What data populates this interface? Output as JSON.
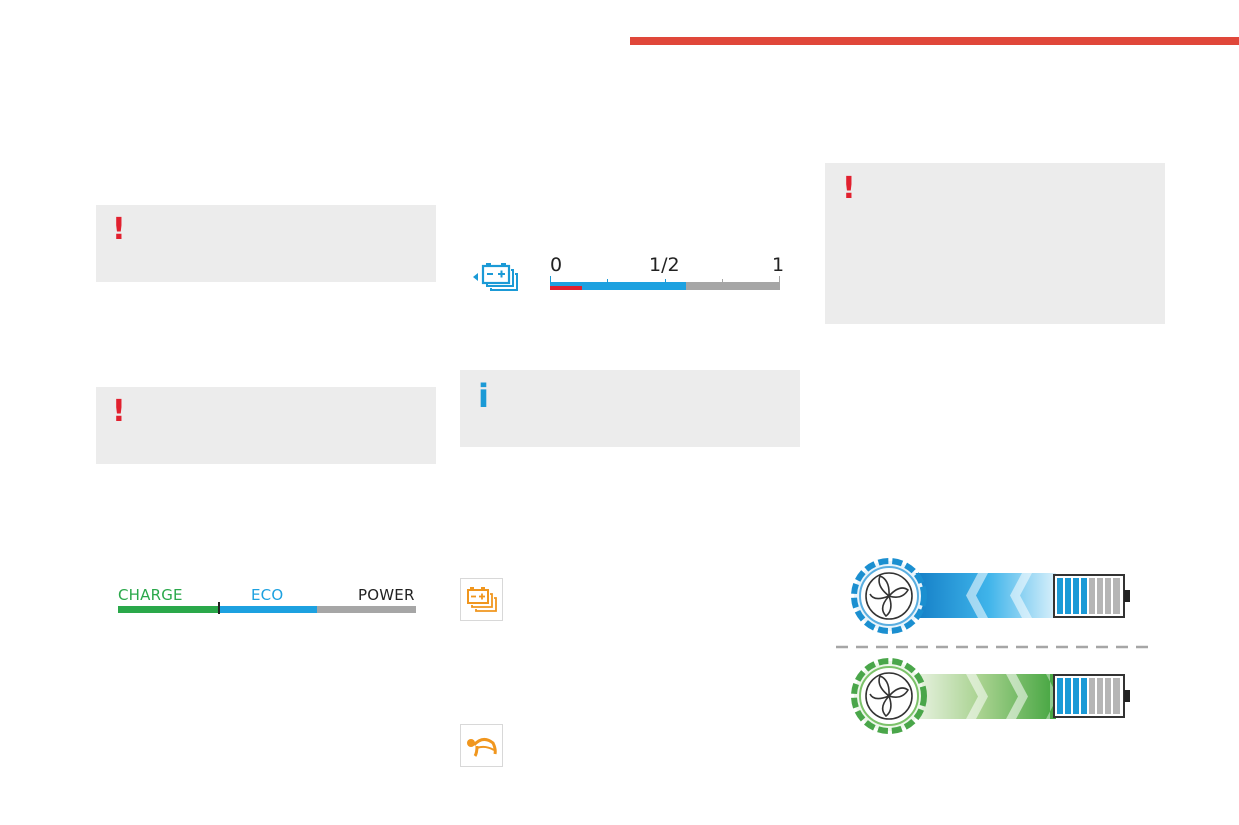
{
  "colors": {
    "accent_red": "#e0473a",
    "warning_red": "#e1202e",
    "info_blue": "#1b9ad6",
    "charge_green": "#2aa84a",
    "eco_blue": "#1da1e0",
    "power_grey": "#a6a6a6",
    "icon_orange": "#f0961e",
    "note_background": "#ececec"
  },
  "notes": [
    {
      "kind": "warning",
      "icon": "exclamation-icon",
      "mark": "!"
    },
    {
      "kind": "warning",
      "icon": "exclamation-icon",
      "mark": "!"
    },
    {
      "kind": "information",
      "icon": "info-icon",
      "mark": "i"
    },
    {
      "kind": "warning",
      "icon": "exclamation-icon",
      "mark": "!"
    }
  ],
  "charge_gauge": {
    "icon": "battery-charge-level-icon",
    "tick_labels": [
      "0",
      "1/2",
      "1"
    ],
    "level_fraction": 0.59,
    "low_zone_fraction": 0.14
  },
  "mode_bar": {
    "labels": {
      "charge": "CHARGE",
      "eco": "ECO",
      "power": "POWER"
    },
    "segments_fraction": {
      "charge": 0.34,
      "eco": 0.33,
      "power": 0.33
    }
  },
  "warning_lamps": [
    {
      "icon": "battery-low-charge-icon",
      "color": "orange"
    },
    {
      "icon": "tortoise-reduced-power-icon",
      "color": "orange"
    }
  ],
  "energy_flow": [
    {
      "state": "discharge",
      "icon": "motor-to-battery-blue-icon"
    },
    {
      "state": "regeneration",
      "icon": "motor-to-battery-green-icon"
    }
  ]
}
